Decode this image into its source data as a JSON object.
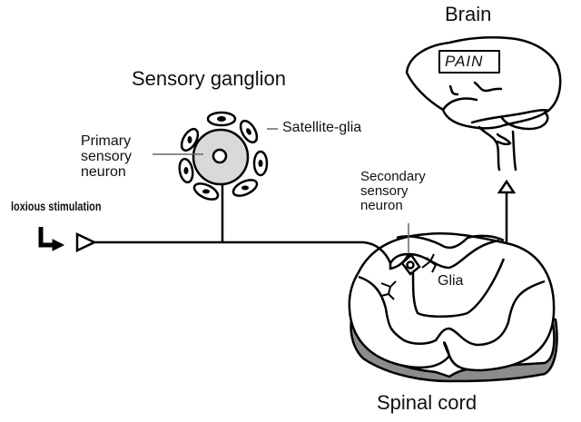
{
  "labels": {
    "brain": "Brain",
    "pain": "PAIN",
    "sensory_ganglion": "Sensory ganglion",
    "satellite_glia": "Satellite-glia",
    "primary_neuron": [
      "Primary",
      "sensory",
      "neuron"
    ],
    "secondary_neuron": [
      "Secondary",
      "sensory",
      "neuron"
    ],
    "glia": "Glia",
    "noxious_stimulation": "loxious stimulation",
    "spinal_cord": "Spinal cord"
  },
  "colors": {
    "stroke": "#000000",
    "neuron_fill": "#d9d9d9",
    "meninges_fill": "#8c8c8c",
    "leader_line": "#666666"
  }
}
